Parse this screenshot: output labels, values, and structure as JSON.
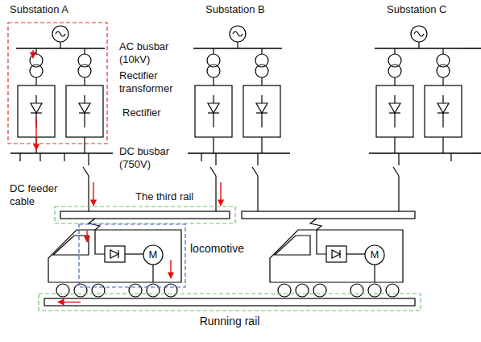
{
  "diagram": {
    "labels": [
      "Substation A",
      "Substation B",
      "Substation C",
      "AC busbar (10kV)",
      "Rectifier transformer",
      "Rectifier",
      "DC busbar (750V)",
      "DC feeder cable",
      "The third rail",
      "locomotive",
      "M",
      "M",
      "Running rail"
    ]
  }
}
